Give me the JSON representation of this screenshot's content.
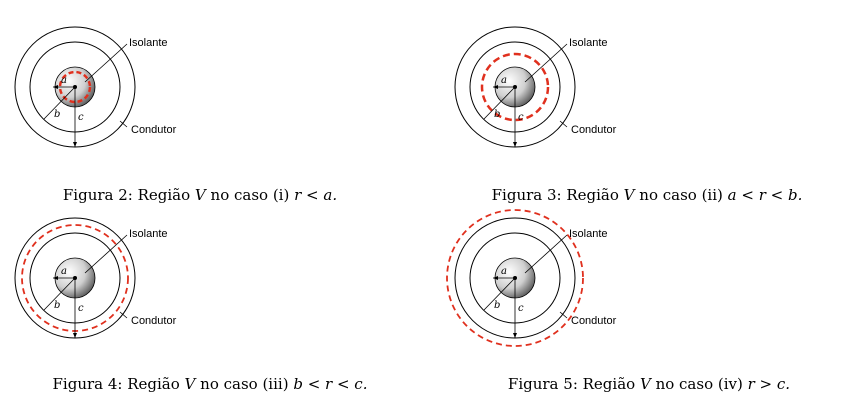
{
  "colors": {
    "line": "#000000",
    "region": "#e0301e"
  },
  "labels": {
    "insulator": "Isolante",
    "conductor": "Condutor",
    "a": "a",
    "b": "b",
    "c": "c"
  },
  "figures": [
    {
      "caption_prefix": "Figura 2: Região ",
      "caption_var": "V",
      "caption_case": " no caso (i) ",
      "caption_math": "r < a."
    },
    {
      "caption_prefix": "Figura 3: Região ",
      "caption_var": "V",
      "caption_case": " no caso (ii) ",
      "caption_math": "a < r < b."
    },
    {
      "caption_prefix": "Figura 4: Região ",
      "caption_var": "V",
      "caption_case": " no caso (iii) ",
      "caption_math": "b < r < c."
    },
    {
      "caption_prefix": "Figura 5: Região ",
      "caption_var": "V",
      "caption_case": " no caso (iv) ",
      "caption_math": "r > c."
    }
  ]
}
